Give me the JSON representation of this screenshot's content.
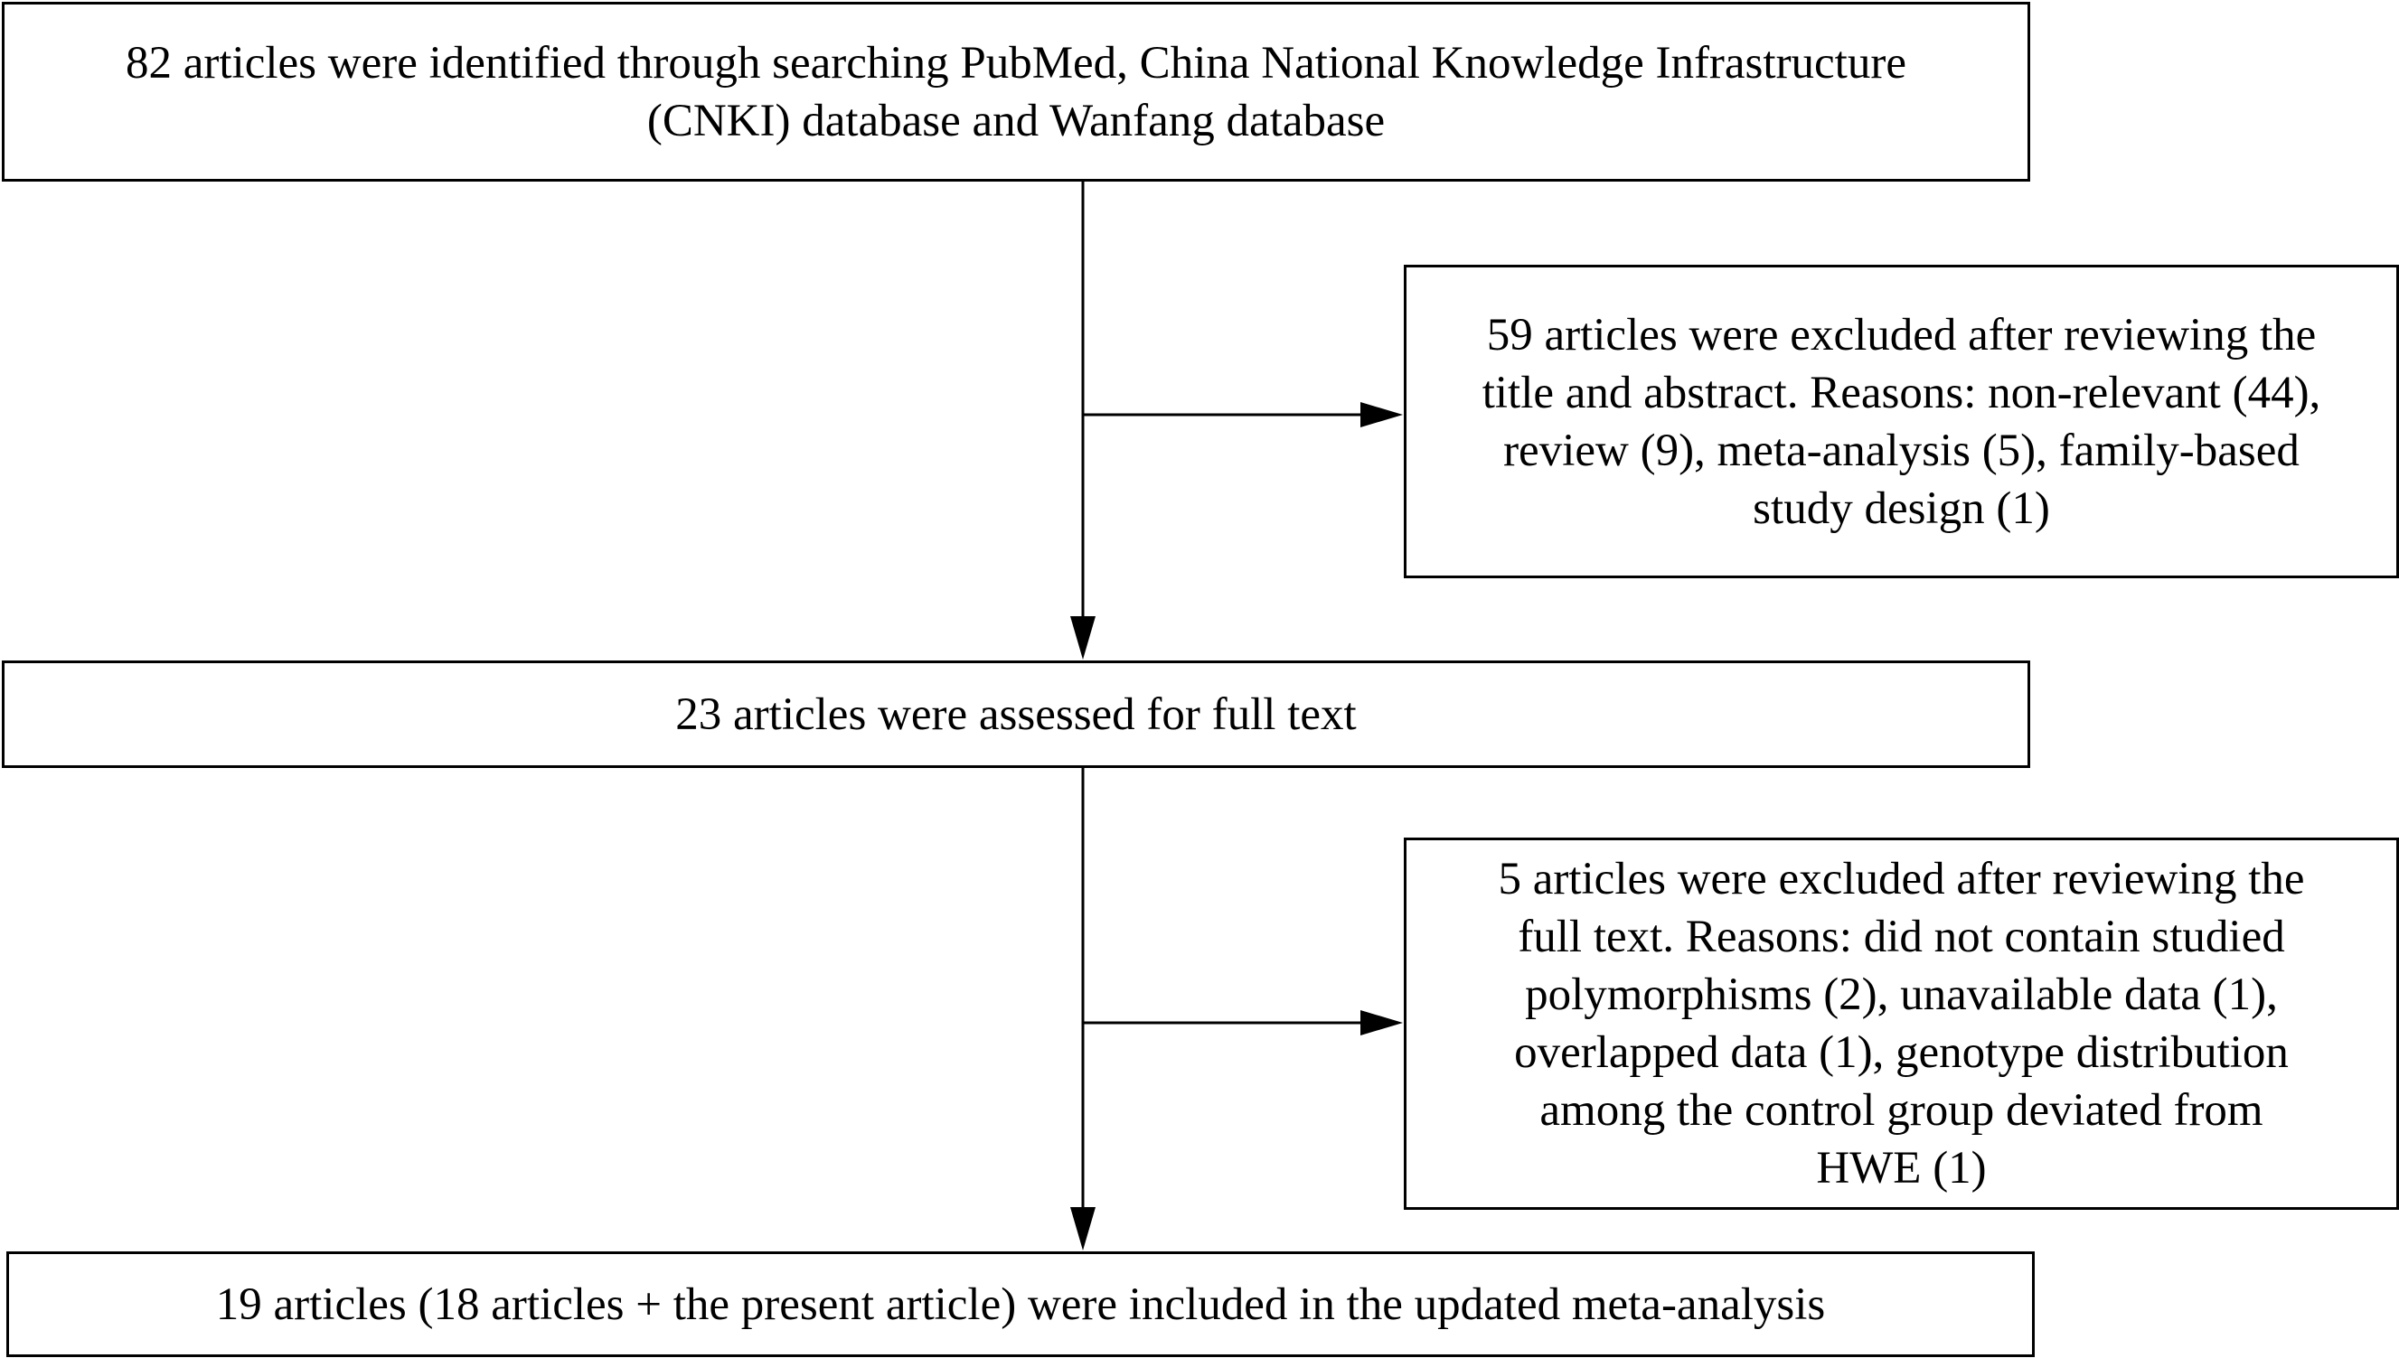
{
  "boxes": {
    "identified": "82 articles were identified through searching PubMed, China National Knowledge Infrastructure\n(CNKI) database and Wanfang database",
    "excluded_title_abstract": "59 articles were excluded after reviewing the\ntitle and abstract. Reasons: non-relevant (44),\nreview (9), meta-analysis (5), family-based\nstudy design (1)",
    "assessed_full_text": "23 articles were assessed for full text",
    "excluded_full_text": "5 articles were excluded after reviewing the\nfull text. Reasons: did not contain studied\npolymorphisms (2), unavailable data (1),\noverlapped data (1), genotype distribution\namong the control group deviated from\nHWE (1)",
    "included": "19 articles (18 articles + the present article) were included in the updated meta-analysis"
  }
}
